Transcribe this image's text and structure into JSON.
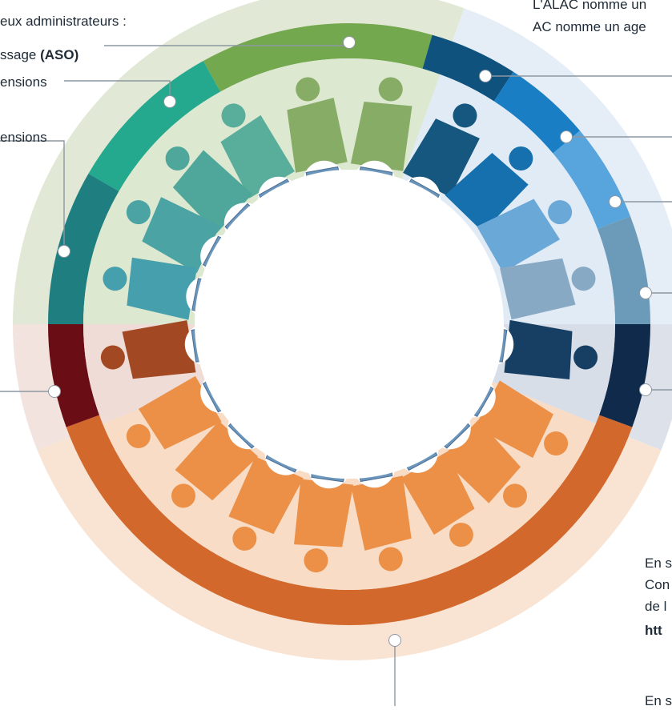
{
  "labels": {
    "l1": "eux administrateurs :",
    "l2_prefix": "ssage ",
    "l2_bold": "(ASO)",
    "l3": "ensions",
    "l4": "ensions",
    "r1": "L'ALAC nomme un",
    "r2": "AC nomme un age",
    "b1": "En s",
    "b2": "Con",
    "b3": "de l",
    "b4": "htt",
    "b5": "En s"
  },
  "colors": {
    "green_bg": "#e1e9d6",
    "blue_bg": "#e5eef7",
    "gray_bg": "#dde2ea",
    "pink_bg": "#f2e3de",
    "peach_bg": "#f9e3d2",
    "ring_green": "#74a84e",
    "ring_teal": "#24a98f",
    "ring_teal_dark": "#1f7f80",
    "ring_darkred": "#6b0d14",
    "ring_orange": "#d2682b",
    "ring_blue_1": "#0f527e",
    "ring_blue_2": "#1a7ec4",
    "ring_blue_3": "#58a5de",
    "ring_blue_4": "#6b9bb8",
    "ring_navy": "#0f2a4a",
    "desk": "#6b95bb",
    "card": "#f2e21a",
    "connector": "#8c97a2"
  },
  "icons": {
    "person": "person-seat-icon",
    "desk": "nameplate-desk-icon"
  }
}
